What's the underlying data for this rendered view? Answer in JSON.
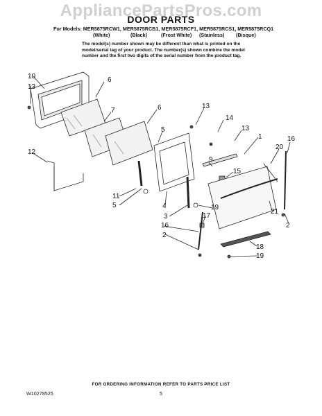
{
  "watermark": "AppliancePartsPros.com",
  "title": "DOOR PARTS",
  "models_label": "For Models: MER5875RCW1, MER5875RCB1, MER5875RCF1, MER5875RCS1, MER5875RCQ1",
  "colors": [
    "(White)",
    "(Black)",
    "(Frost White)",
    "(Stainless)",
    "(Bisque)"
  ],
  "note": "The model(s) number shown may be different than what is printed on the model/serial tag of your product. The number(s) shown combine the model number and the first two digits of the serial number from the product tag.",
  "callouts": [
    "10",
    "13",
    "6",
    "7",
    "6",
    "5",
    "13",
    "14",
    "13",
    "1",
    "20",
    "16",
    "12",
    "9",
    "15",
    "11",
    "5",
    "4",
    "3",
    "19",
    "21",
    "2",
    "17",
    "16",
    "2",
    "18",
    "19"
  ],
  "footer": {
    "order_info": "FOR ORDERING INFORMATION REFER TO PARTS PRICE LIST",
    "doc_number": "W10278525",
    "page_number": "5"
  }
}
